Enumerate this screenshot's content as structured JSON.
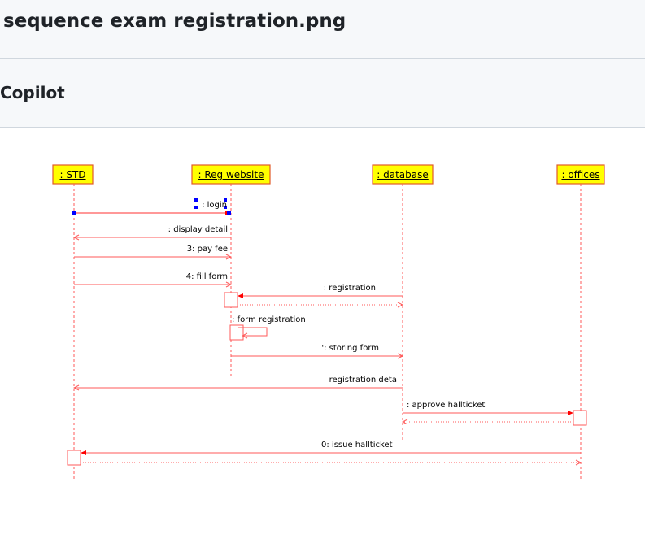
{
  "header": {
    "filename": "sequence exam registration.png"
  },
  "panel": {
    "title": "Copilot"
  },
  "diagram": {
    "colors": {
      "line": "#ff5a5a",
      "box_fill": "#ffff00",
      "box_border": "#e15a2a",
      "text": "#000000",
      "handle": "#0000ff"
    },
    "lifelines": [
      {
        "id": "std",
        "label": ": STD"
      },
      {
        "id": "reg",
        "label": ": Reg website"
      },
      {
        "id": "db",
        "label": ": database"
      },
      {
        "id": "off",
        "label": ": offices"
      }
    ],
    "messages": [
      {
        "label": ": login"
      },
      {
        "label": ": display detail"
      },
      {
        "label": "3: pay fee"
      },
      {
        "label": "4: fill form"
      },
      {
        "label": ": registration"
      },
      {
        "label": ": form registration"
      },
      {
        "label": "': storing form"
      },
      {
        "label": "registration deta"
      },
      {
        "label": ": approve hallticket"
      },
      {
        "label": "0: issue hallticket"
      }
    ]
  }
}
